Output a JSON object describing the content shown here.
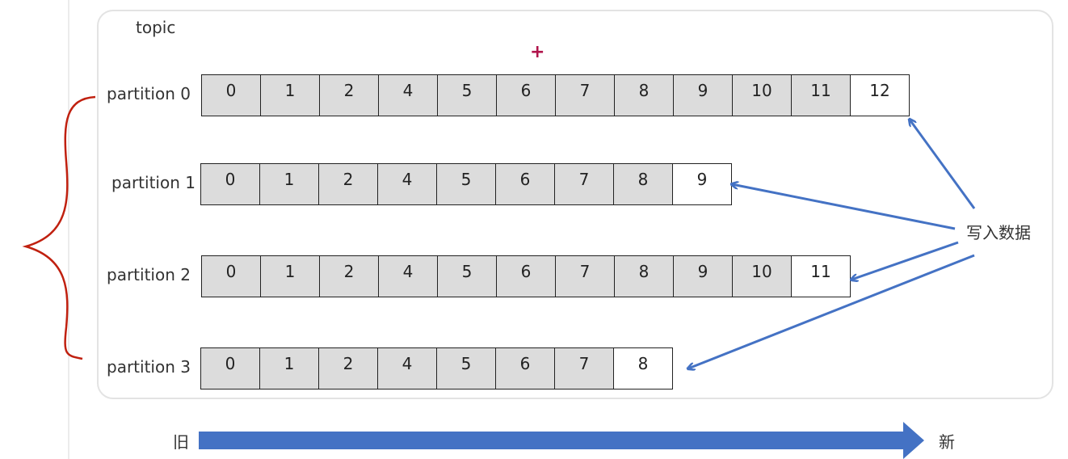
{
  "topic": {
    "label": "topic",
    "plus_mark": "+"
  },
  "partitions": [
    {
      "label": "partition 0",
      "offsets": [
        "0",
        "1",
        "2",
        "4",
        "5",
        "6",
        "7",
        "8",
        "9",
        "10",
        "11"
      ],
      "latest": "12"
    },
    {
      "label": "partition 1",
      "offsets": [
        "0",
        "1",
        "2",
        "4",
        "5",
        "6",
        "7",
        "8"
      ],
      "latest": "9"
    },
    {
      "label": "partition 2",
      "offsets": [
        "0",
        "1",
        "2",
        "4",
        "5",
        "6",
        "7",
        "8",
        "9",
        "10"
      ],
      "latest": "11"
    },
    {
      "label": "partition 3",
      "offsets": [
        "0",
        "1",
        "2",
        "4",
        "5",
        "6",
        "7"
      ],
      "latest": "8"
    }
  ],
  "write_label": "写入数据",
  "timeline": {
    "old": "旧",
    "new": "新"
  },
  "colors": {
    "arrow": "#4472c4",
    "brace": "#c0200f",
    "old_cell": "#dcdcdc",
    "new_cell": "#ffffff"
  }
}
